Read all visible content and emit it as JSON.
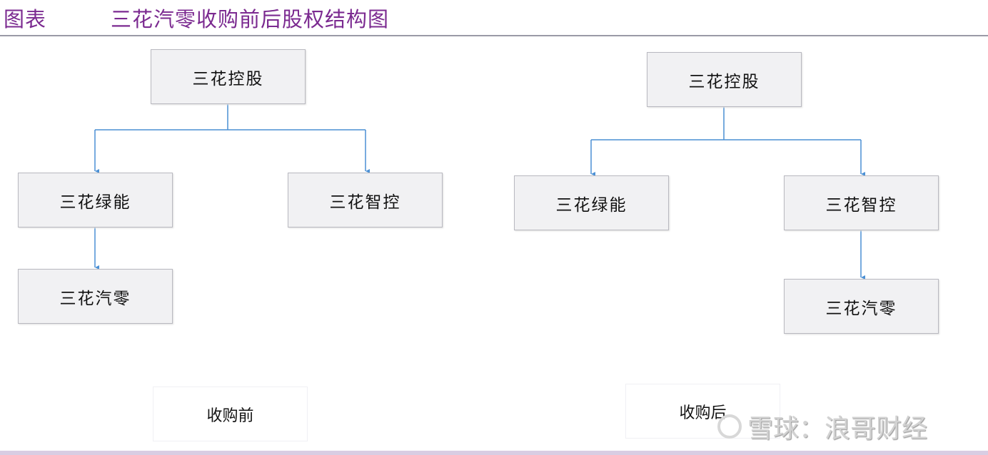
{
  "header": {
    "label": "图表",
    "title": "三花汽零收购前后股权结构图"
  },
  "before": {
    "top": "三花控股",
    "left": "三花绿能",
    "right": "三花智控",
    "sub": "三花汽零",
    "caption": "收购前"
  },
  "after": {
    "top": "三花控股",
    "left": "三花绿能",
    "right": "三花智控",
    "sub": "三花汽零",
    "caption": "收购后"
  },
  "watermark": "雪球：浪哥财经",
  "colors": {
    "title": "#7b2a90",
    "arrow": "#4a8fd4"
  }
}
